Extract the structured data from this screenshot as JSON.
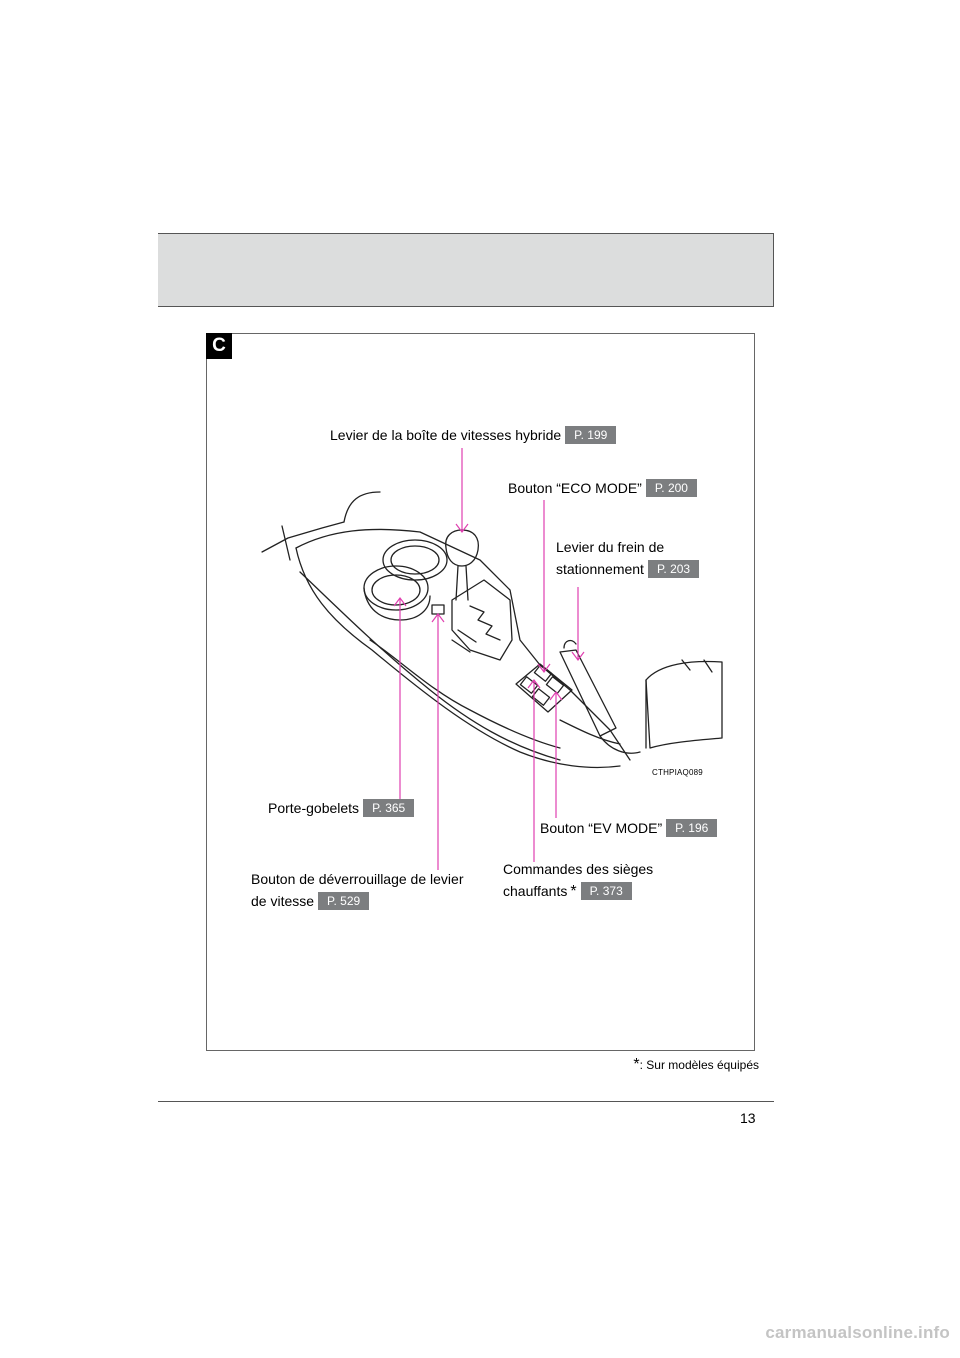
{
  "section": {
    "tab_letter": "C"
  },
  "callouts": {
    "shift_lever": {
      "text": "Levier de la boîte de vitesses hybride",
      "page": "P. 199"
    },
    "eco_mode": {
      "text": "Bouton “ECO MODE”",
      "page": "P. 200"
    },
    "parking_brake": {
      "line1": "Levier du frein de",
      "line2": "stationnement",
      "page": "P. 203"
    },
    "cup_holders": {
      "text": "Porte-gobelets",
      "page": "P. 365"
    },
    "ev_mode": {
      "text": "Bouton “EV MODE”",
      "page": "P. 196"
    },
    "heated_seats": {
      "line1": "Commandes des sièges",
      "line2": "chauffants",
      "asterisk": "*",
      "page": "P. 373"
    },
    "shift_lock": {
      "line1": "Bouton de déverrouillage de levier",
      "line2": "de vitesse",
      "page": "P. 529"
    }
  },
  "image_code": "CTHPIAQ089",
  "footnote": {
    "asterisk": "*",
    "text": ": Sur modèles équipés"
  },
  "page_number": "13",
  "watermark": "carmanualsonline.info",
  "colors": {
    "leader_lines": "#e040b0",
    "page_ref_badge": "#7c7e80",
    "header_band": "#dcdddd"
  }
}
